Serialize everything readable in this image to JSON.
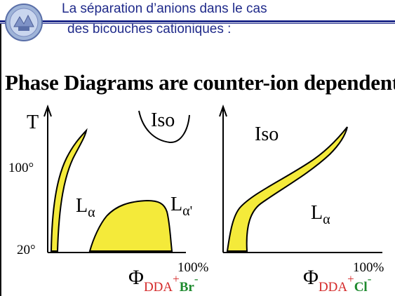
{
  "header": {
    "title_line1": "La séparation d’anions dans le cas",
    "title_line2": "des bicouches cationiques :",
    "accent_color": "#1f2a8a"
  },
  "headline": "Phase Diagrams are counter-ion dependent",
  "left_diagram": {
    "y_axis_label": "T",
    "y_tick_high": "100°",
    "y_tick_low": "20°",
    "phase_lalpha_main": "L",
    "phase_lalpha_sub": "α",
    "phase_lalpha_prime_main": "L",
    "phase_lalpha_prime_sub": "α'",
    "phase_iso": "Iso",
    "x_tick_end": "100%",
    "x_label_phi": "Φ",
    "x_label_sub_dda": "DDA",
    "x_label_sup_plus": "+",
    "x_label_sub_ion": "Br",
    "x_label_sup_minus": "-"
  },
  "right_diagram": {
    "phase_iso": "Iso",
    "phase_lalpha_main": "L",
    "phase_lalpha_sub": "α",
    "x_tick_end": "100%",
    "x_label_phi": "Φ",
    "x_label_sub_dda": "DDA",
    "x_label_sup_plus": "+",
    "x_label_sub_ion": "Cl",
    "x_label_sup_minus": "-"
  },
  "colors": {
    "phase_fill": "#f4ea3a",
    "dda_color": "#d42a2a",
    "bromide_color": "#1e8a2e",
    "chloride_color": "#1e8a2e"
  }
}
